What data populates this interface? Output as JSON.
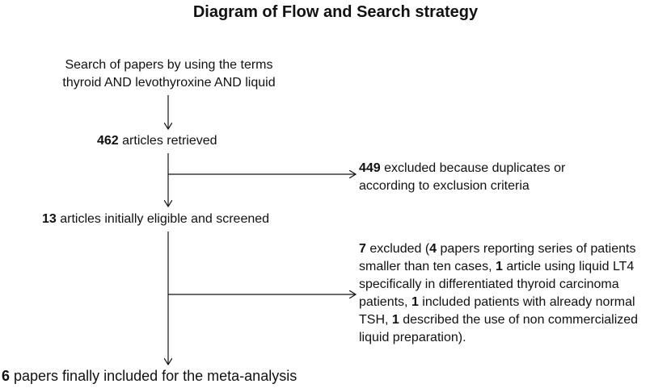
{
  "title": "Diagram of Flow and Search strategy",
  "nodes": {
    "search": {
      "line1": "Search of papers by using the terms",
      "line2": "thyroid AND levothyroxine AND liquid"
    },
    "retrieved": {
      "count": "462",
      "text": " articles retrieved"
    },
    "excluded1": {
      "count": "449",
      "line1": " excluded because duplicates or",
      "line2": "according to exclusion criteria"
    },
    "eligible": {
      "count": "13",
      "text": " articles initially eligible and screened"
    },
    "excluded2": {
      "n1": "7",
      "t1": " excluded (",
      "n2": "4",
      "t2": " papers reporting series of patients",
      "line2": "smaller than ten cases, ",
      "n3": "1",
      "t3": " article using liquid LT4",
      "line4": "specifically in differentiated thyroid carcinoma",
      "line5a": "patients, ",
      "n4": "1",
      "t5": " included patients with already normal",
      "line6a": "TSH, ",
      "n5": "1",
      "t6": " described the use of non commercialized",
      "line7": "liquid preparation)."
    },
    "final": {
      "count": "6",
      "text": " papers finally included for the meta-analysis"
    }
  }
}
